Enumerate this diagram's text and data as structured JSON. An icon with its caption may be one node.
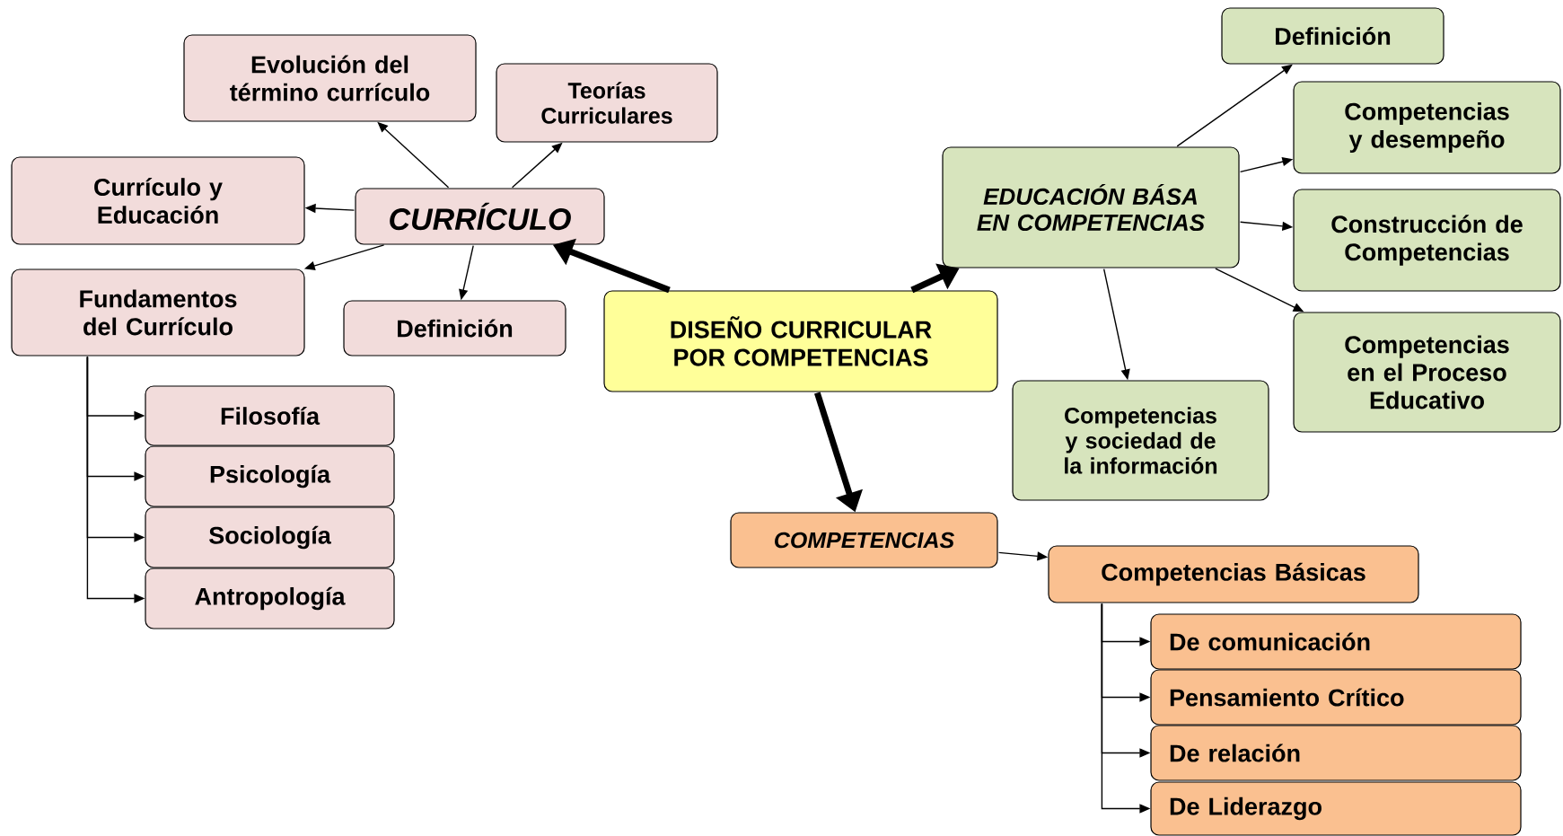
{
  "diagram": {
    "nodes": [
      {
        "text": [
          "Evolución del término currículo"
        ]
      },
      {
        "text": [
          "Teorías Curriculares"
        ]
      },
      {
        "text": [
          "Currículo y Educación"
        ]
      },
      {
        "text": [
          "CURRÍCULO"
        ]
      },
      {
        "text": [
          "Fundamentos del Currículo"
        ]
      },
      {
        "text": [
          "Definición"
        ]
      },
      {
        "text": [
          "Filosofía"
        ]
      },
      {
        "text": [
          "Psicología"
        ]
      },
      {
        "text": [
          "Sociología"
        ]
      },
      {
        "text": [
          "Antropología"
        ]
      },
      {
        "text": [
          "DISEÑO CURRICULAR POR COMPETENCIAS"
        ]
      },
      {
        "text": [
          "Definición"
        ]
      },
      {
        "text": [
          "Competencias y desempeño"
        ]
      },
      {
        "text": [
          "EDUCACIÓN BÁSA EN COMPETENCIAS"
        ]
      },
      {
        "text": [
          "Construcción de Competencias"
        ]
      },
      {
        "text": [
          "Competencias en el Proceso Educativo"
        ]
      },
      {
        "text": [
          "Competencias y sociedad de la información"
        ]
      },
      {
        "text": [
          "COMPETENCIAS"
        ]
      },
      {
        "text": [
          "Competencias Básicas"
        ]
      },
      {
        "text": [
          "De comunicación"
        ]
      },
      {
        "text": [
          "Pensamiento Crítico"
        ]
      },
      {
        "text": [
          "De relación"
        ]
      },
      {
        "text": [
          "De Liderazgo"
        ]
      }
    ],
    "edges": [
      {
        "from": 10,
        "to": 3,
        "arrow": "to",
        "style": "thick"
      },
      {
        "from": 10,
        "to": 13,
        "arrow": "to",
        "style": "thick"
      },
      {
        "from": 10,
        "to": 17,
        "arrow": "to",
        "style": "thick"
      },
      {
        "from": 3,
        "to": 0,
        "arrow": "to"
      },
      {
        "from": 3,
        "to": 1,
        "arrow": "to"
      },
      {
        "from": 3,
        "to": 2,
        "arrow": "to"
      },
      {
        "from": 3,
        "to": 4,
        "arrow": "to"
      },
      {
        "from": 3,
        "to": 5,
        "arrow": "to"
      },
      {
        "from": 4,
        "to": 6,
        "arrow": "to"
      },
      {
        "from": 4,
        "to": 7,
        "arrow": "to"
      },
      {
        "from": 4,
        "to": 8,
        "arrow": "to"
      },
      {
        "from": 4,
        "to": 9,
        "arrow": "to"
      },
      {
        "from": 13,
        "to": 11,
        "arrow": "to"
      },
      {
        "from": 13,
        "to": 12,
        "arrow": "to"
      },
      {
        "from": 13,
        "to": 14,
        "arrow": "to"
      },
      {
        "from": 13,
        "to": 15,
        "arrow": "to"
      },
      {
        "from": 13,
        "to": 16,
        "arrow": "to"
      },
      {
        "from": 17,
        "to": 18,
        "arrow": "to"
      },
      {
        "from": 18,
        "to": 19,
        "arrow": "to"
      },
      {
        "from": 18,
        "to": 20,
        "arrow": "to"
      },
      {
        "from": 18,
        "to": 21,
        "arrow": "to"
      },
      {
        "from": 18,
        "to": 22,
        "arrow": "to"
      }
    ]
  }
}
